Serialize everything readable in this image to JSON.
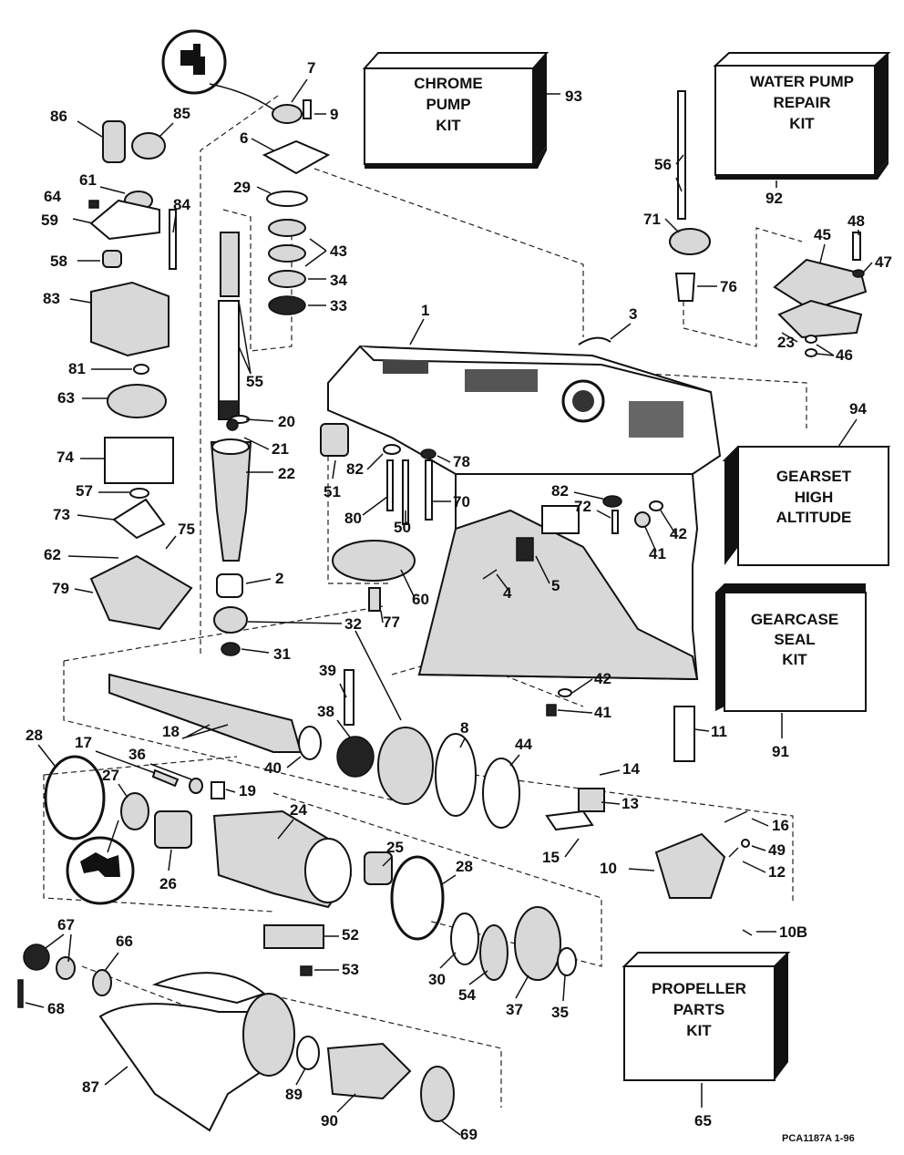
{
  "kits": {
    "chrome": {
      "line1": "CHROME",
      "line2": "PUMP",
      "line3": "KIT",
      "number": "93"
    },
    "water": {
      "line1": "WATER PUMP",
      "line2": "REPAIR",
      "line3": "KIT",
      "number": "92"
    },
    "gearset": {
      "line1": "GEARSET",
      "line2": "HIGH",
      "line3": "ALTITUDE",
      "number": "94"
    },
    "seal": {
      "line1": "GEARCASE",
      "line2": "SEAL",
      "line3": "KIT",
      "number": "91"
    },
    "propeller": {
      "line1": "PROPELLER",
      "line2": "PARTS",
      "line3": "KIT",
      "number": "65"
    }
  },
  "labels": {
    "l1": "1",
    "l2": "2",
    "l3": "3",
    "l4": "4",
    "l5": "5",
    "l6": "6",
    "l7": "7",
    "l8": "8",
    "l9": "9",
    "l10": "10",
    "l10b": "10B",
    "l11": "11",
    "l12": "12",
    "l13": "13",
    "l14": "14",
    "l15": "15",
    "l16": "16",
    "l17": "17",
    "l18": "18",
    "l19": "19",
    "l20": "20",
    "l21": "21",
    "l22": "22",
    "l23": "23",
    "l24": "24",
    "l25": "25",
    "l26": "26",
    "l27": "27",
    "l28a": "28",
    "l28b": "28",
    "l29": "29",
    "l30": "30",
    "l31": "31",
    "l32": "32",
    "l33": "33",
    "l34": "34",
    "l35": "35",
    "l36": "36",
    "l37": "37",
    "l38": "38",
    "l39": "39",
    "l40": "40",
    "l41a": "41",
    "l41b": "41",
    "l42a": "42",
    "l42b": "42",
    "l43": "43",
    "l44": "44",
    "l45": "45",
    "l46": "46",
    "l47": "47",
    "l48": "48",
    "l49": "49",
    "l50": "50",
    "l51": "51",
    "l52": "52",
    "l53": "53",
    "l54": "54",
    "l55": "55",
    "l56": "56",
    "l57": "57",
    "l58": "58",
    "l59": "59",
    "l60": "60",
    "l61": "61",
    "l62": "62",
    "l63": "63",
    "l64": "64",
    "l66": "66",
    "l67": "67",
    "l68": "68",
    "l69": "69",
    "l70": "70",
    "l71": "71",
    "l72": "72",
    "l73": "73",
    "l74": "74",
    "l75": "75",
    "l76": "76",
    "l77": "77",
    "l78": "78",
    "l79": "79",
    "l80": "80",
    "l81": "81",
    "l82a": "82",
    "l82b": "82",
    "l83": "83",
    "l84": "84",
    "l85": "85",
    "l86": "86",
    "l87": "87",
    "l89": "89",
    "l90": "90"
  },
  "footer_code": "PCA1187A 1-96"
}
